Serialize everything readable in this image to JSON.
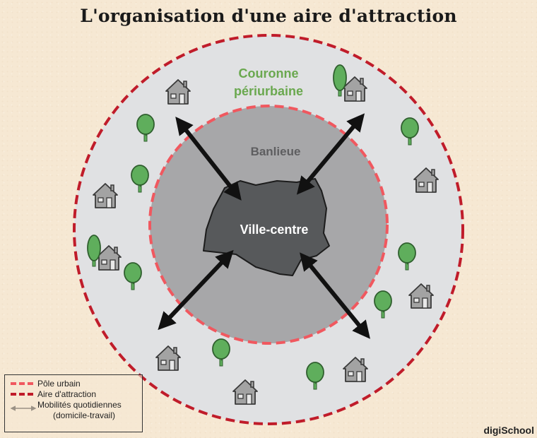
{
  "title": "L'organisation d'une aire d'attraction",
  "labels": {
    "couronne_line1": "Couronne",
    "couronne_line2": "périurbaine",
    "banlieue": "Banlieue",
    "ville_centre": "Ville-centre"
  },
  "legend": {
    "pole_urbain": "Pôle urbain",
    "aire_attraction": "Aire d'attraction",
    "mobilites": "Mobilités quotidiennes",
    "mobilites_detail": "(domicile-travail)"
  },
  "brand": "digiSchool",
  "colors": {
    "background": "#f6e8d3",
    "couronne_fill": "#e0e1e3",
    "banlieue_fill": "#a7a7a9",
    "ville_fill": "#57595b",
    "pole_urbain_dash": "#f0585f",
    "aire_attraction_dash": "#c01c2a",
    "couronne_text": "#6aa84f",
    "tree_green": "#5fae5c",
    "house_gray": "#9a9a9a"
  },
  "icons": {
    "house": "house-icon",
    "tree": "tree-icon",
    "arrow": "double-arrow-icon"
  }
}
